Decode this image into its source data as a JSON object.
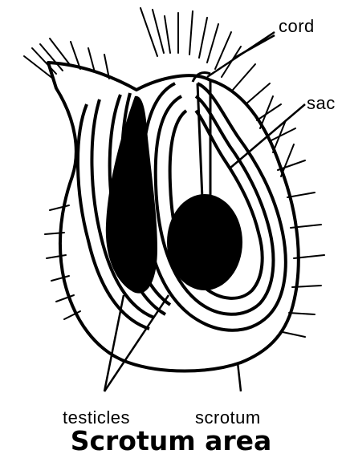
{
  "labels": {
    "cord": "cord",
    "sac": "sac",
    "testicles": "testicles",
    "scrotum": "scrotum"
  },
  "caption": "Scrotum area",
  "colors": {
    "ink": "#000000",
    "background": "#ffffff"
  }
}
